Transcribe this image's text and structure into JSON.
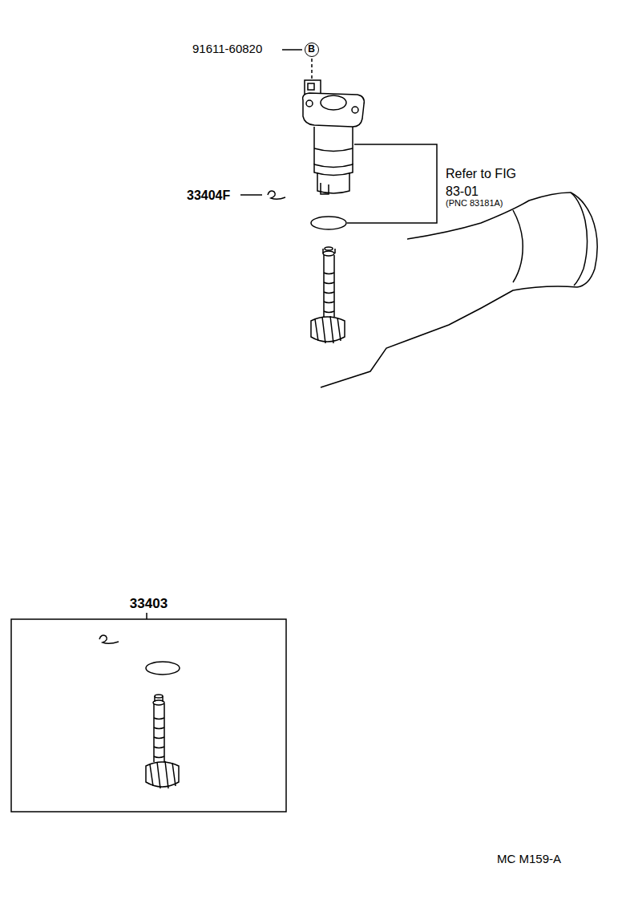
{
  "diagram": {
    "nodes": [
      {
        "text": [
          "B"
        ]
      },
      {
        "text": [
          "33403"
        ]
      }
    ],
    "labels": [
      "91611-60820",
      "33404F",
      "Refer to FIG 83-01",
      "(PNC 83181A)",
      "MC M159-A"
    ]
  }
}
